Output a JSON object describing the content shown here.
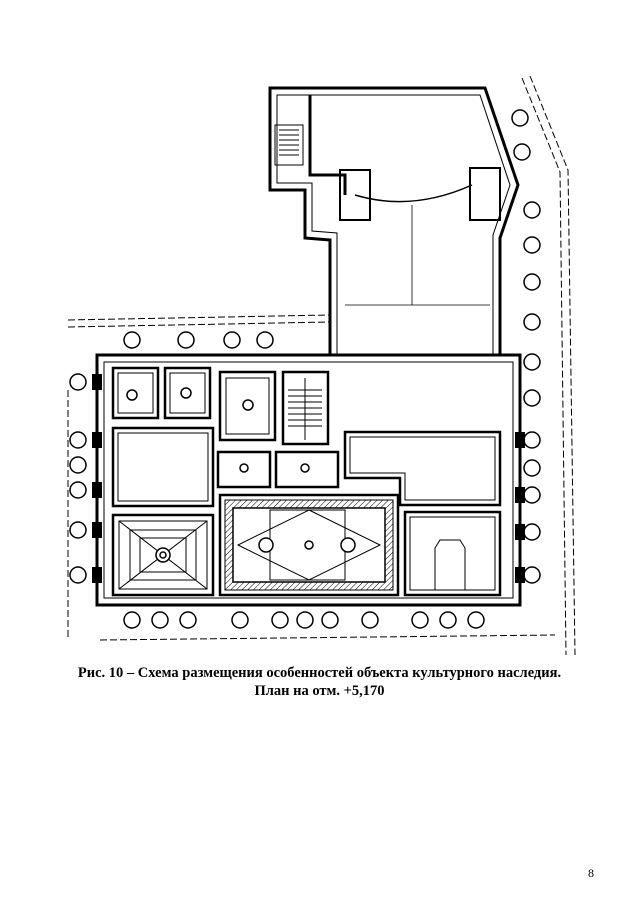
{
  "figure": {
    "caption_line1": "Рис. 10 – Схема размещения особенностей объекта культурного наследия.",
    "caption_line2": "План на отм. +5,170"
  },
  "page": {
    "number": "8"
  }
}
